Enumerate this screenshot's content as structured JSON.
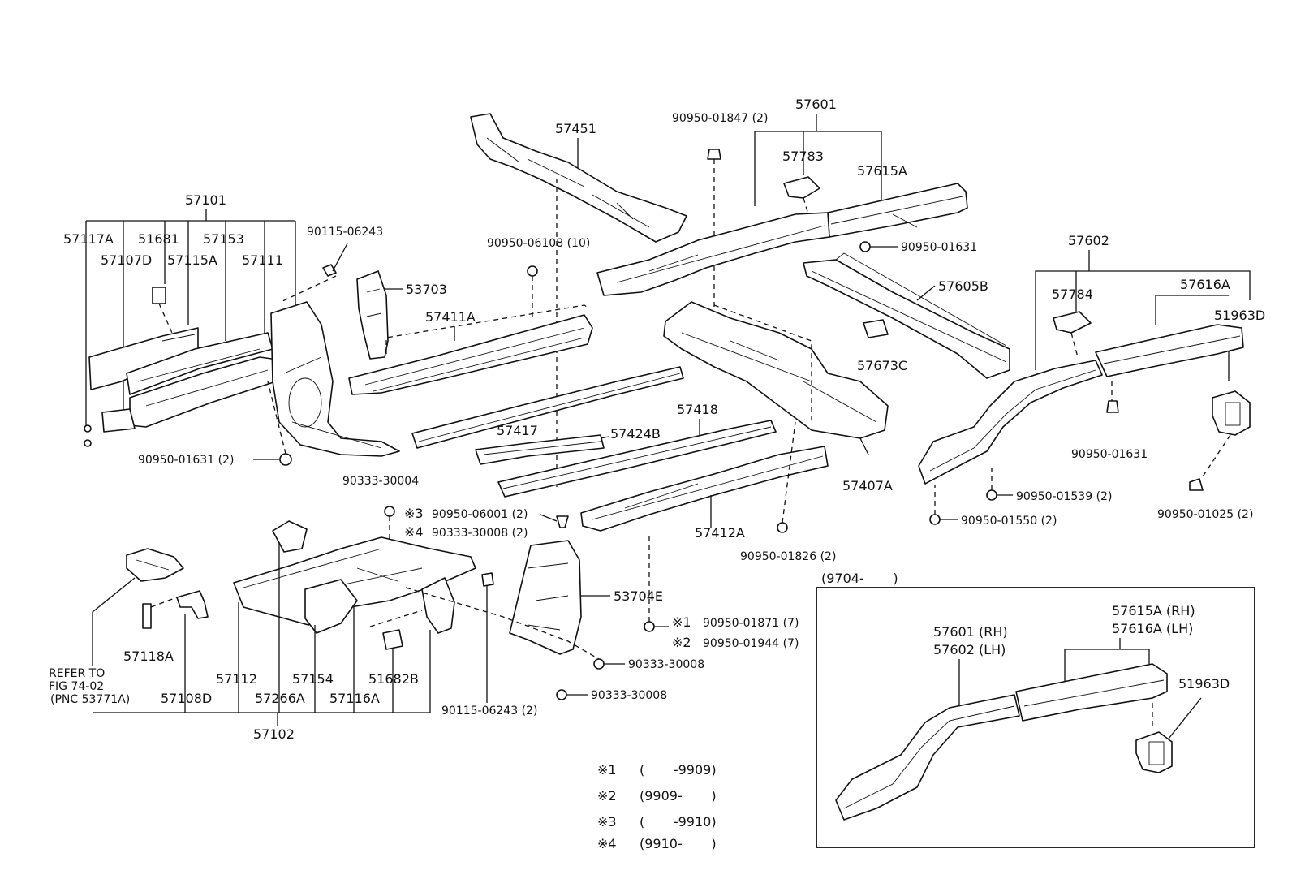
{
  "labels": {
    "p57101": "57101",
    "p57117A": "57117A",
    "p51681": "51681",
    "p57153": "57153",
    "p57107D": "57107D",
    "p57115A": "57115A",
    "p57111": "57111",
    "p90115_06243": "90115-06243",
    "p90950_01631_2": "90950-01631 (2)",
    "p57451": "57451",
    "p90950_06108": "90950-06108 (10)",
    "p53703": "53703",
    "p57411A": "57411A",
    "p57417": "57417",
    "p57424B": "57424B",
    "p57418": "57418",
    "p90950_01847": "90950-01847 (2)",
    "p57601": "57601",
    "p57783": "57783",
    "p57615A": "57615A",
    "p90950_01631_a": "90950-01631",
    "p57605B": "57605B",
    "p57673C": "57673C",
    "p57407A": "57407A",
    "p57412A": "57412A",
    "p90950_01826": "90950-01826 (2)",
    "p57602": "57602",
    "p57784": "57784",
    "p57616A": "57616A",
    "p51963D": "51963D",
    "p90950_01631_b": "90950-01631",
    "p90950_01539": "90950-01539 (2)",
    "p90950_01550": "90950-01550 (2)",
    "p90950_01025": "90950-01025 (2)",
    "p90333_30004": "90333-30004",
    "p90950_06001": "90950-06001 (2)",
    "p90333_30008_2": "90333-30008 (2)",
    "p53704E": "53704E",
    "p90950_01871": "90950-01871 (7)",
    "p90950_01944": "90950-01944 (7)",
    "p90333_30008_a": "90333-30008",
    "p90333_30008_b": "90333-30008",
    "p57118A": "57118A",
    "refer1": "REFER TO",
    "refer2": "FIG 74-02",
    "refer3": "(PNC 53771A)",
    "p57108D": "57108D",
    "p57112": "57112",
    "p57266A": "57266A",
    "p57154": "57154",
    "p57116A": "57116A",
    "p51682B": "51682B",
    "p90115_06243_2": "90115-06243 (2)",
    "p57102": "57102",
    "m3": "※3",
    "m4": "※4",
    "m1": "※1",
    "m2": "※2"
  },
  "legend": [
    {
      "mark": "※1",
      "range": "(       -9909)"
    },
    {
      "mark": "※2",
      "range": "(9909-       )"
    },
    {
      "mark": "※3",
      "range": "(       -9910)"
    },
    {
      "mark": "※4",
      "range": "(9910-       )"
    }
  ],
  "inset": {
    "title": "(9704-       )",
    "p57601rh": "57601 (RH)",
    "p57602lh": "57602 (LH)",
    "p57615Arh": "57615A (RH)",
    "p57616Alh": "57616A (LH)",
    "p51963D": "51963D"
  }
}
